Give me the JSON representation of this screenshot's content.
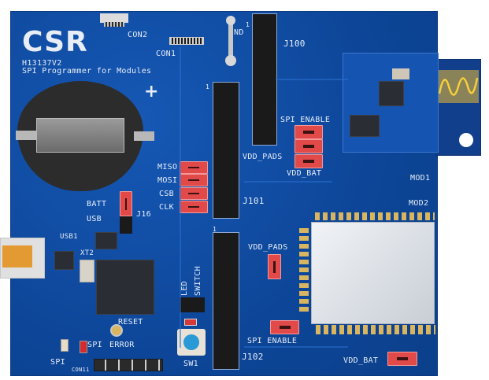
{
  "board": {
    "brand": "CSR",
    "model": "H13137V2",
    "description": "SPI Programmer for Modules",
    "colors": {
      "pcb": "#0f4fa8",
      "jumper": "#e24a4a",
      "gold": "#d9b560",
      "silkscreen": "#e8eef8"
    }
  },
  "connectors": {
    "con1": "CON1",
    "con2": "CON2",
    "con11": "CON11",
    "usb1": "USB1",
    "j16": "J16",
    "j100": "J100",
    "j101": "J101",
    "j102": "J102",
    "gnd": "ND",
    "pin1_j100": "1",
    "pin1_j101": "1",
    "pin1_j102": "1"
  },
  "jumpers": {
    "j16": {
      "batt": "BATT",
      "usb": "USB"
    },
    "spi": {
      "miso": "MISO",
      "mosi": "MOSI",
      "csb": "CSB",
      "clk": "CLK"
    },
    "mod1": {
      "spi_enable": "SPI ENABLE",
      "vdd_pads": "VDD_PADS",
      "vdd_bat": "VDD_BAT"
    },
    "mod2": {
      "vdd_pads": "VDD_PADS",
      "spi_enable": "SPI ENABLE",
      "vdd_bat": "VDD_BAT"
    },
    "led_switch": {
      "led": "LED",
      "switch": "SWITCH"
    }
  },
  "components": {
    "xt2": "XT2",
    "reset": "RESET",
    "sw1": "SW1",
    "mod1": "MOD1",
    "mod2": "MOD2",
    "plus": "+"
  },
  "leds": {
    "spi": "SPI",
    "spi_error": "SPI",
    "error": "ERROR"
  }
}
